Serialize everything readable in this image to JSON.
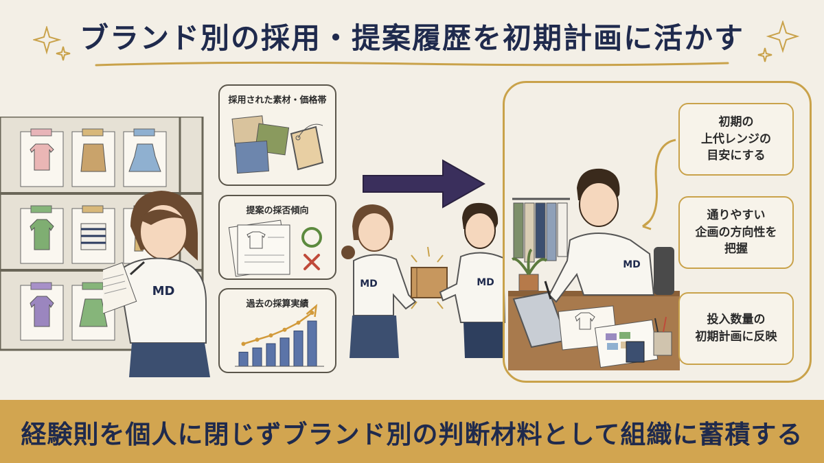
{
  "title": "ブランド別の採用・提案履歴を初期計画に活かす",
  "cards": [
    {
      "title": "採用された素材・価格帯"
    },
    {
      "title": "提案の採否傾向"
    },
    {
      "title": "過去の採算実績"
    }
  ],
  "badge": "MD",
  "notes": [
    {
      "lines": [
        "初期の",
        "上代レンジの",
        "目安にする"
      ]
    },
    {
      "lines": [
        "通りやすい",
        "企画の方向性を",
        "把握"
      ]
    },
    {
      "lines": [
        "投入数量の",
        "初期計画に反映"
      ]
    }
  ],
  "chart_data": {
    "type": "bar",
    "values": [
      1,
      1.3,
      1.6,
      2.0,
      2.5,
      3.2
    ],
    "trend": "rising"
  },
  "banner": "経験則を個人に閉じずブランド別の判断材料として組織に蓄積する",
  "colors": {
    "background": "#f3efe6",
    "navy": "#1f2a4d",
    "gold": "#c9a24a",
    "banner": "#d2a550"
  }
}
